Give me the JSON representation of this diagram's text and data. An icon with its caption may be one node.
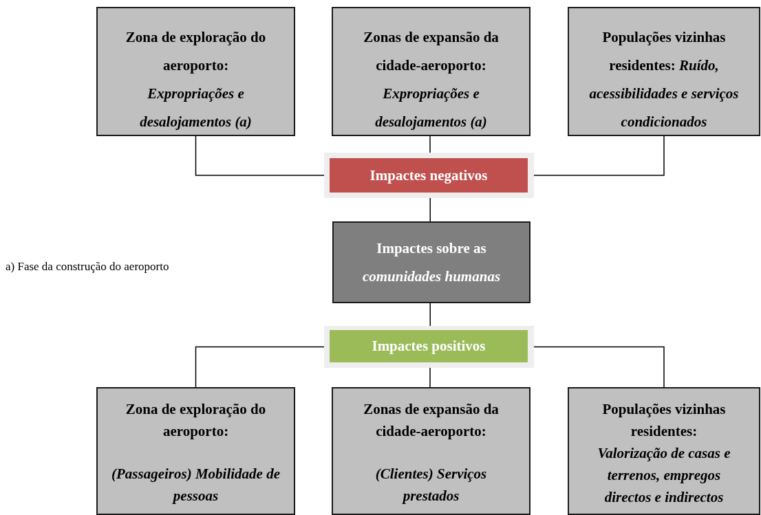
{
  "diagram": {
    "nodes": [
      {
        "text": [
          "Zona de exploração do aeroporto:",
          "Expropriações e desalojamentos (a)"
        ]
      },
      {
        "text": [
          "Zonas de expansão da cidade-aeroporto:",
          "Expropriações e desalojamentos (a)"
        ]
      },
      {
        "text": [
          "Populações vizinhas residentes: *Ruído, acessibilidades e serviços condicionados*"
        ]
      },
      {
        "text": [
          "Impactes negativos"
        ]
      },
      {
        "text": [
          "Impactes sobre as *comunidades humanas*"
        ]
      },
      {
        "text": [
          "Impactes positivos"
        ]
      },
      {
        "text": [
          "Zona de exploração do aeroporto:",
          "(Passageiros) Mobilidade de pessoas"
        ]
      },
      {
        "text": [
          "Zonas de expansão da cidade-aeroporto:",
          "(Clientes) Serviços prestados"
        ]
      },
      {
        "text": [
          "Populações vizinhas residentes:",
          "Valorização de casas e terrenos, empregos directos e indirectos"
        ]
      }
    ],
    "edges": [
      {
        "from": 0,
        "to": 3,
        "arrow": "none"
      },
      {
        "from": 1,
        "to": 3,
        "arrow": "none"
      },
      {
        "from": 2,
        "to": 3,
        "arrow": "none"
      },
      {
        "from": 3,
        "to": 4,
        "arrow": "none"
      },
      {
        "from": 4,
        "to": 5,
        "arrow": "none"
      },
      {
        "from": 5,
        "to": 6,
        "arrow": "none"
      },
      {
        "from": 5,
        "to": 7,
        "arrow": "none"
      },
      {
        "from": 5,
        "to": 8,
        "arrow": "none"
      }
    ],
    "labels": [
      "a) Fase da construção do aeroporto"
    ]
  }
}
